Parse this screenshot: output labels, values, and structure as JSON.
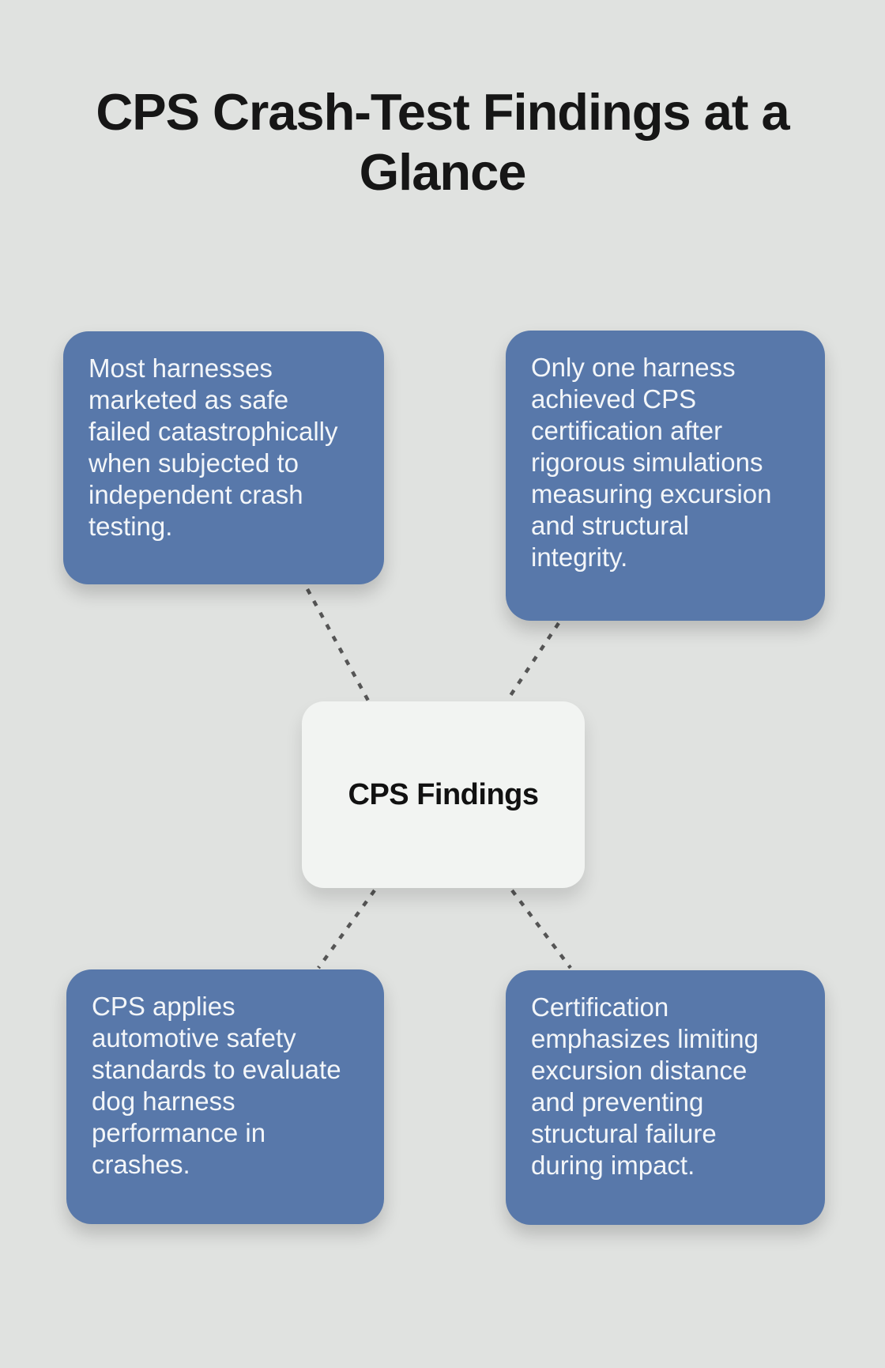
{
  "title": "CPS Crash-Test Findings at a Glance",
  "center_node": {
    "label": "CPS Findings"
  },
  "nodes": [
    {
      "position": "top-left",
      "text": "Most harnesses marketed as safe failed catastrophically when subjected to independent crash testing."
    },
    {
      "position": "top-right",
      "text": "Only one harness achieved CPS certification after rigorous simulations measuring excursion and structural integrity."
    },
    {
      "position": "bottom-left",
      "text": "CPS applies automotive safety standards to evaluate dog harness performance in crashes."
    },
    {
      "position": "bottom-right",
      "text": "Certification emphasizes limiting excursion distance and preventing structural failure during impact."
    }
  ],
  "colors": {
    "background": "#e0e2e0",
    "node_background": "#5878aa",
    "node_text": "#f3f6f9",
    "center_background": "#f2f4f2",
    "center_text": "#111111",
    "title_text": "#161616",
    "connector": "#555555"
  }
}
